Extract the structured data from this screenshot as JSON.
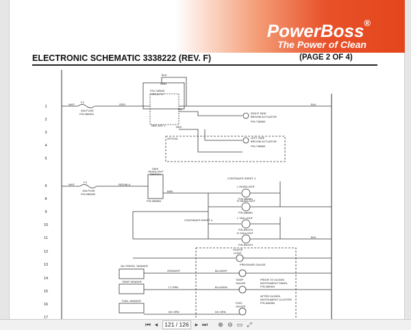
{
  "banner": {
    "brand": "PowerBoss",
    "reg_mark": "®",
    "tagline": "The Power of Clean",
    "color": "#e8512a"
  },
  "document": {
    "title": "ELECTRONIC SCHEMATIC 3338222 (REV. F)",
    "page_label": "(PAGE 2 OF 4)"
  },
  "schematic": {
    "line_numbers": [
      "1",
      "2",
      "3",
      "4",
      "5",
      "6",
      "7",
      "8",
      "9",
      "10",
      "11",
      "12",
      "13",
      "14",
      "15",
      "16",
      "17"
    ],
    "labels": {
      "blk_top": "BLK",
      "org_top": "ORG",
      "relay": "P/N 748549",
      "relay2": "RELAY K7",
      "see_sht": "SEE SHT 1",
      "wht1": "WHT",
      "f2": "F2",
      "fuse25": "25A FUSE",
      "fuse_pn1": "P/N 086902",
      "org": "ORG",
      "yel": "YEL",
      "red": "RED",
      "blk1": "BLK",
      "right_broom": "RIGHT SIDE",
      "right_broom2": "BROOM ACTUATOR",
      "right_pn": "P/N 748583",
      "option": "OPTION",
      "left_broom": "LEFT SIDE",
      "left_broom2": "BROOM ACTUATOR",
      "left_pn": "P/N 748583",
      "sws": "SWS",
      "headlight_sw": "HEADLIGHT",
      "switch": "SWITCH",
      "sw_pn": "P/N 088854",
      "wht7": "WHT",
      "f3": "F3",
      "fuse15": "15A FUSE",
      "fuse_pn2": "P/N 086900",
      "redblu": "RED/BLU",
      "brn": "BRN",
      "cont4": "CONTINUES SHEET 4",
      "l_headlight": "L HEADLIGHT",
      "l_head_pn": "P/N 088861",
      "r_headlight": "R HEADLIGHT",
      "r_head_pn": "P/N 088861",
      "l_taillight": "L TAILLIGHT",
      "l_tail_pn": "P/N 890374",
      "r_taillight": "R TAILLIGHT",
      "r_tail_pn": "P/N 890374",
      "cont4b": "CONTINUES SHEET 4",
      "gauge_light": "GAUGE",
      "gauge_light2": "LIGHT",
      "pressure_gauge": "PRESSURE GAUGE",
      "oil_sender": "OIL PRESS. SENDER",
      "temp_sender": "TEMP SENDER",
      "fuel_sender": "FUEL SENDER",
      "grnwht": "GRN/WHT",
      "bluwht": "BLU/WHT",
      "ltgrn": "LT GRN",
      "blugrn": "BLU/GRN",
      "dkgrn": "DK GRN",
      "dkgrn2": "DK GRN",
      "temp_gauge": "TEMP",
      "temp_gauge2": "GAUGE",
      "fuel_gauge": "FUEL",
      "fuel_gauge2": "GAUGE",
      "prior": "PRIOR TO 01/2005",
      "prior2": "INSTRUMENT PANEL",
      "prior3": "P/N 085904",
      "after": "AFTER 01/2005",
      "after2": "INSTRUMENT CLUSTER",
      "after3": "P/N 848384",
      "blk_right": "BLK"
    }
  },
  "viewer": {
    "page_indicator": "121 / 126"
  }
}
